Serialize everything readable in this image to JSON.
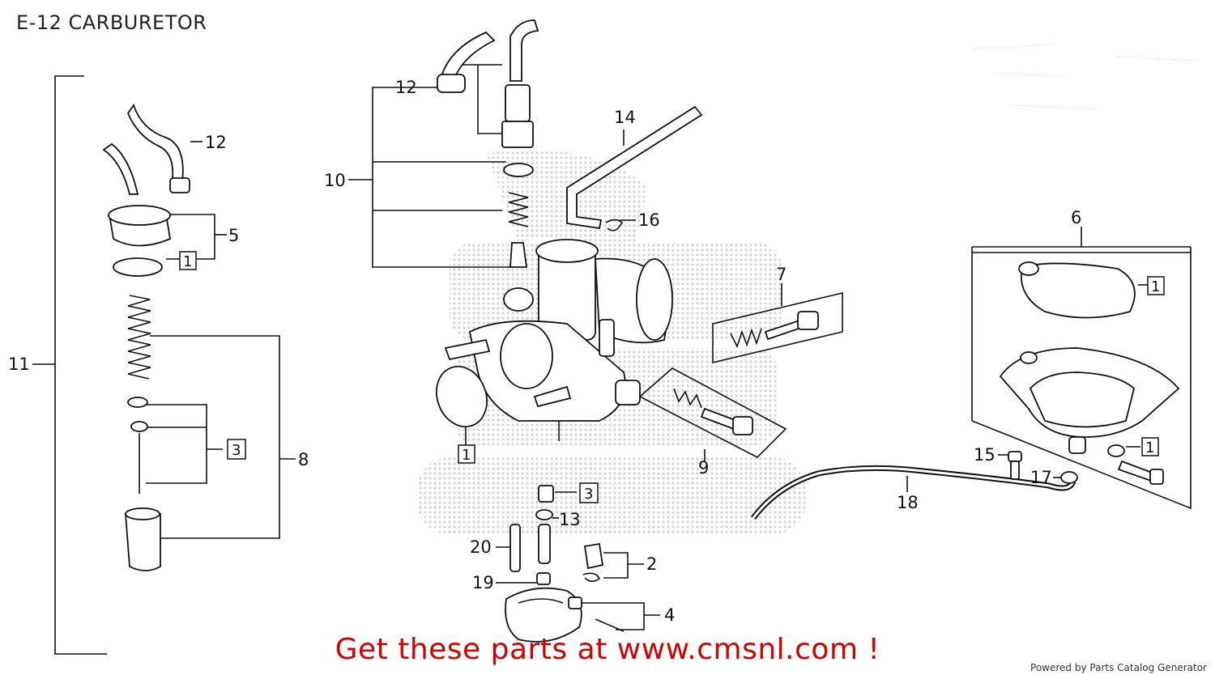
{
  "title": "E-12 CARBURETOR",
  "promo": "Get these parts at www.cmsnl.com !",
  "footer": "Powered by Parts Catalog Generator",
  "callouts": {
    "c1": "1",
    "c2": "2",
    "c3": "3",
    "c4": "4",
    "c5": "5",
    "c6": "6",
    "c7": "7",
    "c8": "8",
    "c9": "9",
    "c10": "10",
    "c11": "11",
    "c12": "12",
    "c13": "13",
    "c14": "14",
    "c15": "15",
    "c16": "16",
    "c17": "17",
    "c18": "18",
    "c19": "19",
    "c20": "20"
  },
  "colors": {
    "promo": "#d40000",
    "ink": "#111111"
  }
}
